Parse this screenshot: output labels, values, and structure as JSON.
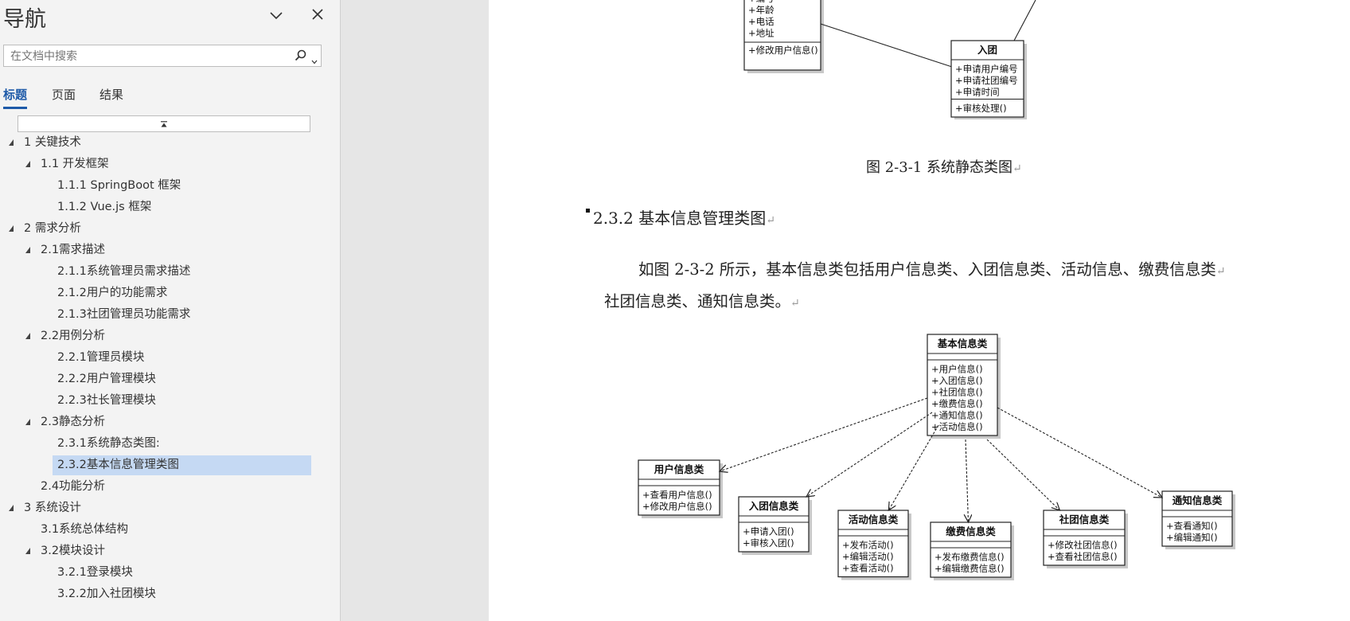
{
  "nav": {
    "title": "导航",
    "search": {
      "placeholder": "在文档中搜索",
      "value": ""
    },
    "tabs": [
      {
        "label": "标题",
        "active": true
      },
      {
        "label": "页面",
        "active": false
      },
      {
        "label": "结果",
        "active": false
      }
    ],
    "outline": [
      {
        "label": "1 关键技术",
        "level": 0,
        "expanded": true,
        "selected": false
      },
      {
        "label": "1.1 开发框架",
        "level": 1,
        "expanded": true,
        "selected": false
      },
      {
        "label": "1.1.1 SpringBoot 框架",
        "level": 2,
        "expanded": false,
        "selected": false
      },
      {
        "label": "1.1.2 Vue.js 框架",
        "level": 2,
        "expanded": false,
        "selected": false
      },
      {
        "label": "2 需求分析",
        "level": 0,
        "expanded": true,
        "selected": false
      },
      {
        "label": "2.1需求描述",
        "level": 1,
        "expanded": true,
        "selected": false
      },
      {
        "label": "2.1.1系统管理员需求描述",
        "level": 2,
        "expanded": false,
        "selected": false
      },
      {
        "label": "2.1.2用户的功能需求",
        "level": 2,
        "expanded": false,
        "selected": false
      },
      {
        "label": "2.1.3社团管理员功能需求",
        "level": 2,
        "expanded": false,
        "selected": false
      },
      {
        "label": "2.2用例分析",
        "level": 1,
        "expanded": true,
        "selected": false
      },
      {
        "label": "2.2.1管理员模块",
        "level": 2,
        "expanded": false,
        "selected": false
      },
      {
        "label": "2.2.2用户管理模块",
        "level": 2,
        "expanded": false,
        "selected": false
      },
      {
        "label": "2.2.3社长管理模块",
        "level": 2,
        "expanded": false,
        "selected": false
      },
      {
        "label": "2.3静态分析",
        "level": 1,
        "expanded": true,
        "selected": false
      },
      {
        "label": "2.3.1系统静态类图:",
        "level": 2,
        "expanded": false,
        "selected": false
      },
      {
        "label": "2.3.2基本信息管理类图",
        "level": 2,
        "expanded": false,
        "selected": true
      },
      {
        "label": "2.4功能分析",
        "level": 1,
        "expanded": false,
        "selected": false
      },
      {
        "label": "3 系统设计",
        "level": 0,
        "expanded": true,
        "selected": false
      },
      {
        "label": "3.1系统总体结构",
        "level": 1,
        "expanded": false,
        "selected": false
      },
      {
        "label": "3.2模块设计",
        "level": 1,
        "expanded": true,
        "selected": false
      },
      {
        "label": "3.2.1登录模块",
        "level": 2,
        "expanded": false,
        "selected": false
      },
      {
        "label": "3.2.2加入社团模块",
        "level": 2,
        "expanded": false,
        "selected": false
      }
    ]
  },
  "doc": {
    "top_diagram": {
      "partial_attrs": [
        "+编号",
        "+年龄",
        "+电话",
        "+地址"
      ],
      "partial_method": "+修改用户信息()",
      "join_class": {
        "name": "入团",
        "attrs": [
          "+申请用户编号",
          "+申请社团编号",
          "+申请时间"
        ],
        "methods": [
          "+审核处理()"
        ]
      }
    },
    "fig1_caption": "图 2-3-1 系统静态类图",
    "section_heading": "2.3.2 基本信息管理类图",
    "para_line1": "如图 2-3-2 所示，基本信息类包括用户信息类、入团信息类、活动信息、缴费信息类",
    "para_line2": "社团信息类、通知信息类。",
    "diagram": {
      "base": {
        "name": "基本信息类",
        "methods": [
          "+用户信息()",
          "+入团信息()",
          "+社团信息()",
          "+缴费信息()",
          "+通知信息()",
          "+活动信息()"
        ]
      },
      "children": [
        {
          "name": "用户信息类",
          "methods": [
            "+查看用户信息()",
            "+修改用户信息()"
          ]
        },
        {
          "name": "入团信息类",
          "methods": [
            "+申请入团()",
            "+审核入团()"
          ]
        },
        {
          "name": "活动信息类",
          "methods": [
            "+发布活动()",
            "+编辑活动()",
            "+查看活动()"
          ]
        },
        {
          "name": "缴费信息类",
          "methods": [
            "+发布缴费信息()",
            "+编辑缴费信息()"
          ]
        },
        {
          "name": "社团信息类",
          "methods": [
            "+修改社团信息()",
            "+查看社团信息()"
          ]
        },
        {
          "name": "通知信息类",
          "methods": [
            "+查看通知()",
            "+编辑通知()"
          ]
        }
      ]
    }
  },
  "colors": {
    "accent": "#1e5aa8",
    "selection": "#c5d9f3"
  }
}
